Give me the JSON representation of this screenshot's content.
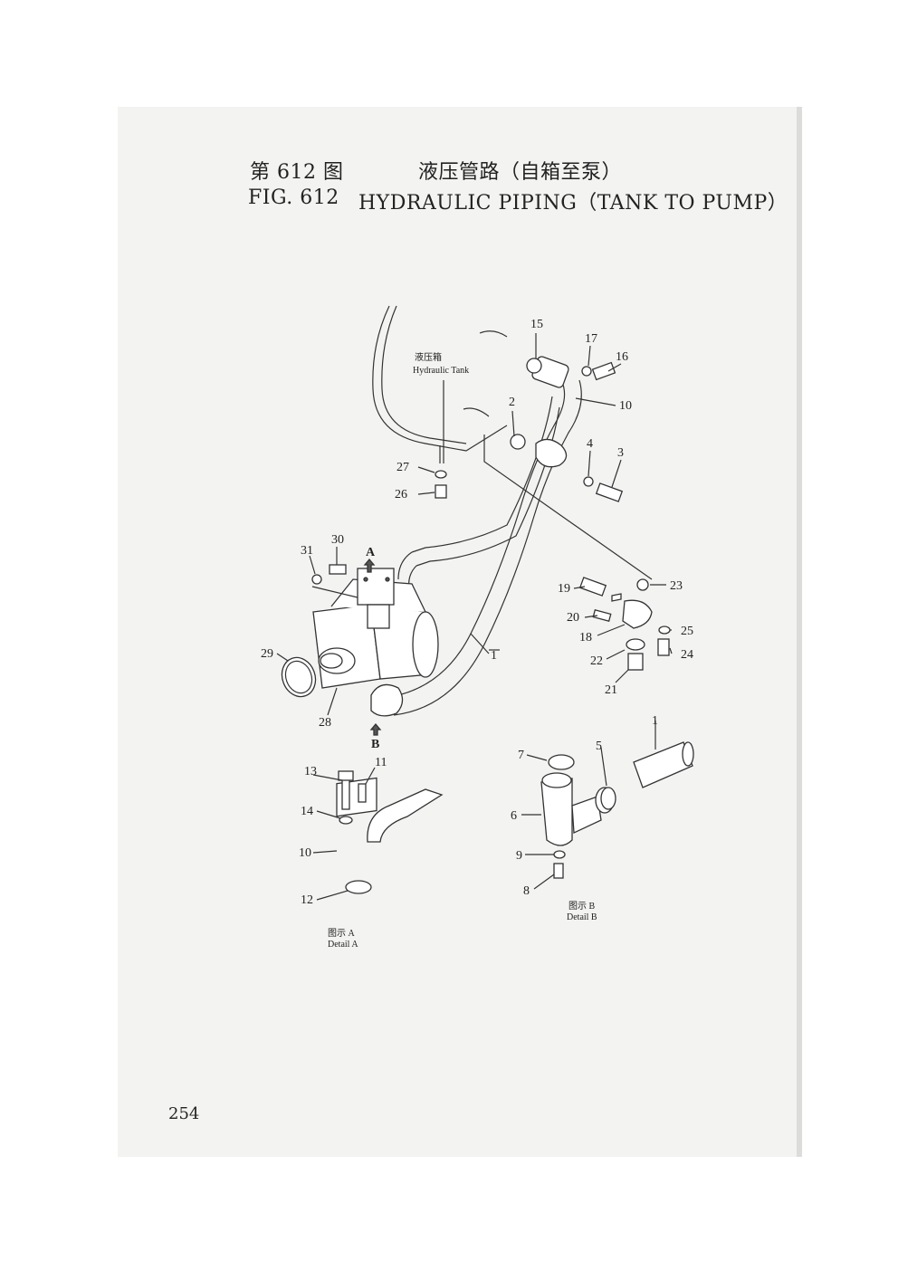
{
  "title": {
    "cn_fig": "第 612 图",
    "cn_name": "液压管路（自箱至泵）",
    "en_fig": "FIG. 612",
    "en_name": "HYDRAULIC PIPING（TANK TO PUMP）"
  },
  "labels": {
    "tank_cn": "液压箱",
    "tank_en": "Hydraulic Tank",
    "arrow_a": "A",
    "arrow_b": "B",
    "detail_a_cn": "图示 A",
    "detail_a_en": "Detail A",
    "detail_b_cn": "图示 B",
    "detail_b_en": "Detail B"
  },
  "callouts": {
    "c1a": "1",
    "c1b": "1",
    "c2": "2",
    "c3": "3",
    "c4": "4",
    "c5": "5",
    "c6": "6",
    "c7": "7",
    "c8": "8",
    "c9": "9",
    "c10a": "10",
    "c10b": "10",
    "c11": "11",
    "c12": "12",
    "c13": "13",
    "c14": "14",
    "c15": "15",
    "c16": "16",
    "c17": "17",
    "c18": "18",
    "c19": "19",
    "c20": "20",
    "c21": "21",
    "c22": "22",
    "c23": "23",
    "c24": "24",
    "c25": "25",
    "c26": "26",
    "c27": "27",
    "c28": "28",
    "c29": "29",
    "c30": "30",
    "c31": "31"
  },
  "page_number": "254"
}
